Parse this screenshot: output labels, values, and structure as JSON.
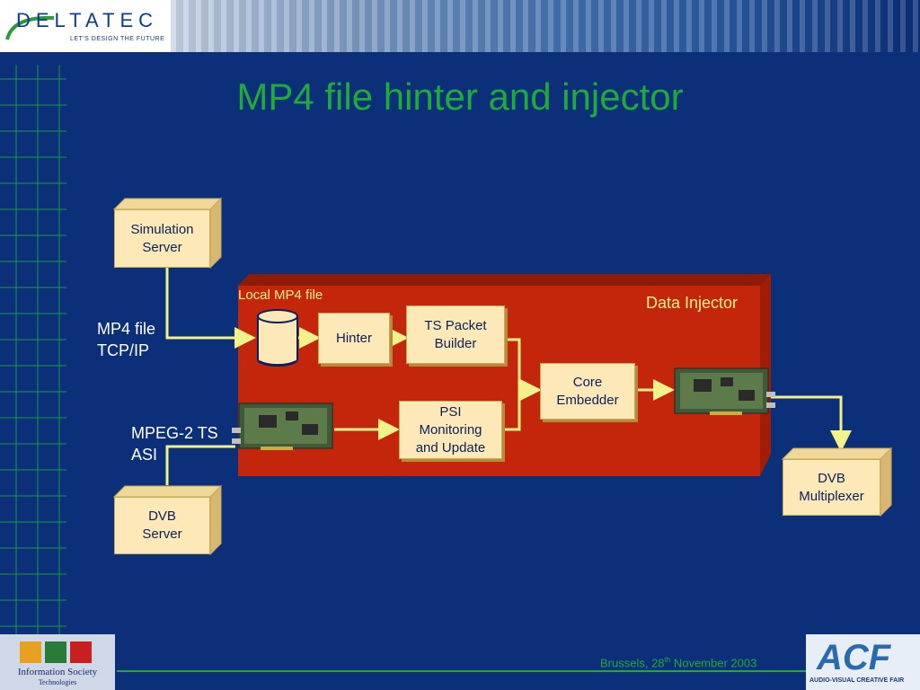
{
  "header": {
    "logo_text": "DELTATEC",
    "logo_tagline": "LET'S DESIGN THE FUTURE"
  },
  "slide": {
    "title": "MP4 file hinter and injector"
  },
  "diagram": {
    "simulation_server": [
      "Simulation",
      "Server"
    ],
    "dvb_server": [
      "DVB",
      "Server"
    ],
    "dvb_multiplexer": [
      "DVB",
      "Multiplexer"
    ],
    "mp4_link_label": [
      "MP4 file",
      "TCP/IP"
    ],
    "mpeg_link_label": [
      "MPEG-2 TS",
      "ASI"
    ],
    "injector_title": "Data Injector",
    "local_file_label": "Local MP4 file",
    "hinter": "Hinter",
    "ts_packet_builder": [
      "TS Packet",
      "Builder"
    ],
    "psi_monitoring": [
      "PSI",
      "Monitoring",
      "and Update"
    ],
    "core_embedder": [
      "Core",
      "Embedder"
    ]
  },
  "footer": {
    "location_prefix": "Brussels, 28",
    "location_sup": "th",
    "location_suffix": " November 2003",
    "ist_logo_text": [
      "Information Society",
      "Technologies"
    ],
    "acf_logo_text": "ACF",
    "acf_logo_sub": "AUDIO-VISUAL CREATIVE FAIR"
  },
  "colors": {
    "background": "#0c2f7a",
    "title": "#1faa3a",
    "injector_panel": "#c3260a",
    "box_fill": "#fde9b8",
    "connector": "#f2f28a"
  }
}
